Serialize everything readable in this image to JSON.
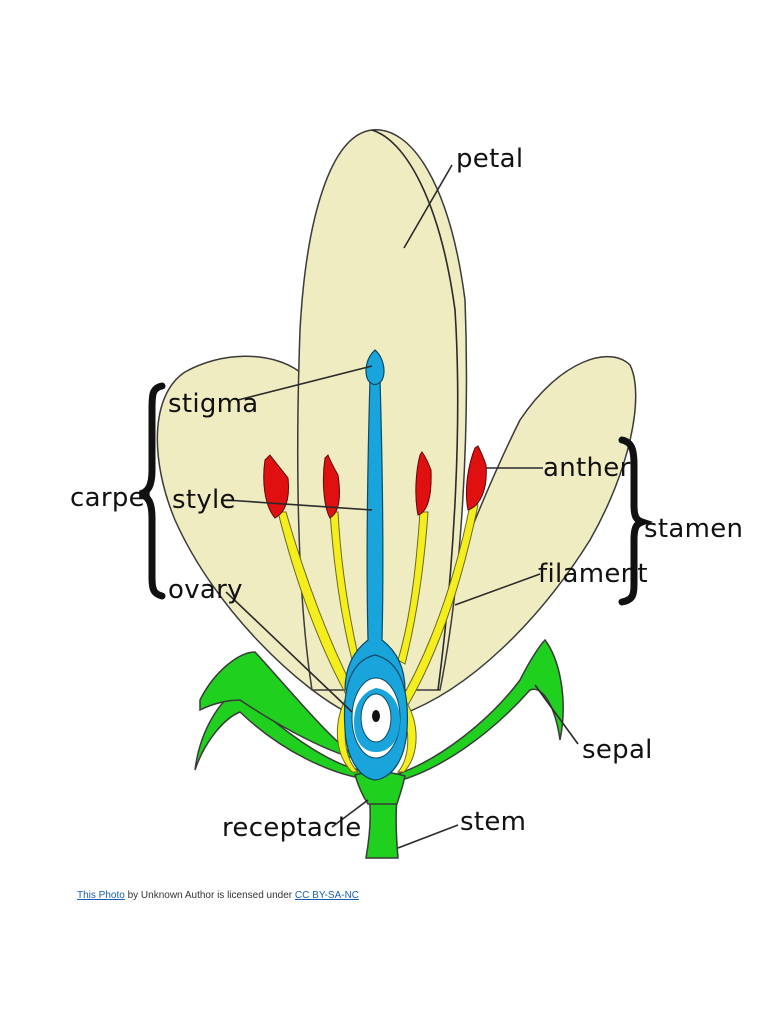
{
  "labels": {
    "petal": "petal",
    "stigma": "stigma",
    "carpel": "carpel",
    "style": "style",
    "ovary": "ovary",
    "anther": "anther",
    "stamen": "stamen",
    "filament": "filament",
    "sepal": "sepal",
    "receptacle": "receptacle",
    "stem": "stem"
  },
  "attribution": {
    "photo_link": "This Photo",
    "middle_text": " by Unknown Author is licensed under ",
    "license_link": "CC BY-SA-NC"
  },
  "colors": {
    "petal": "#f0ecc2",
    "sepal": "#1fd01f",
    "carpel": "#1aa4dc",
    "filament": "#f5ee1e",
    "anther": "#e01010",
    "stem": "#1fd01f",
    "link": "#1a5fb4"
  }
}
